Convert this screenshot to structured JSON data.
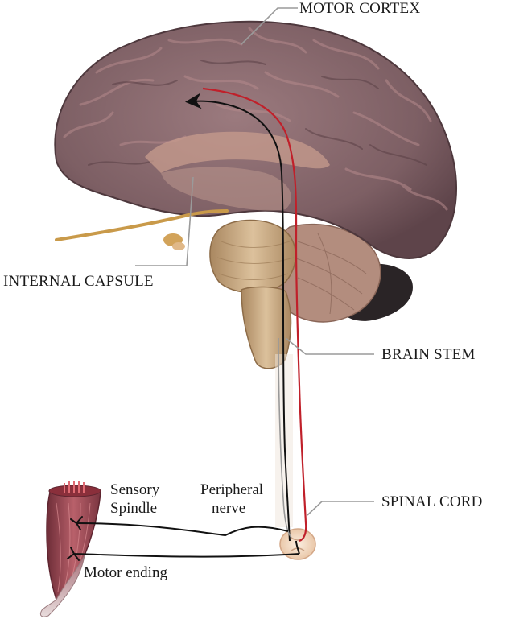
{
  "labels": {
    "motor_cortex": "MOTOR CORTEX",
    "internal_capsule": "INTERNAL CAPSULE",
    "brain_stem": "BRAIN STEM",
    "spinal_cord": "SPINAL CORD",
    "sensory_spindle_line1": "Sensory",
    "sensory_spindle_line2": "Spindle",
    "peripheral_nerve_line1": "Peripheral",
    "peripheral_nerve_line2": "nerve",
    "motor_ending": "Motor ending"
  },
  "colors": {
    "brain": "#8c6a6f",
    "brain_dark": "#6e4f55",
    "gyri_highlight": "#b58a8c",
    "brainstem": "#c9a982",
    "cerebellum": "#b0897a",
    "muscle": "#9c4a55",
    "spinal_cord": "#f3dcc4",
    "motor_pathway": "#c0202a",
    "sensory_pathway": "#111111",
    "leader_line": "#9a9a9a"
  }
}
